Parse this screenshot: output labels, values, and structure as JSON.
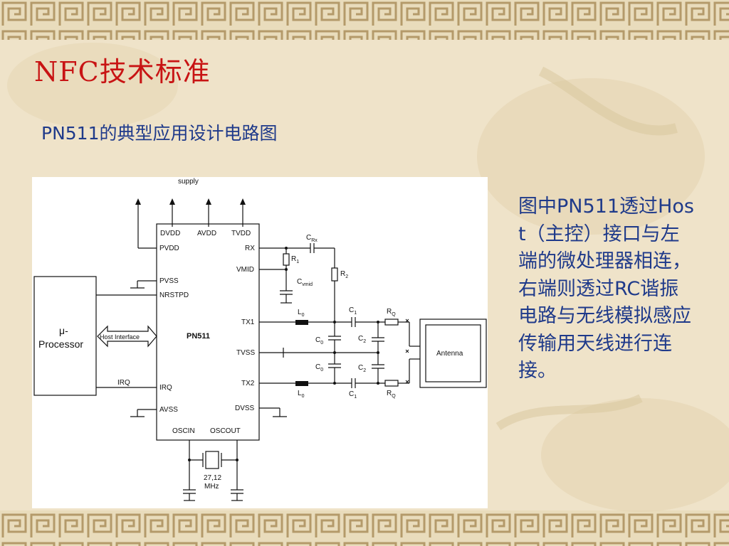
{
  "slide": {
    "title": "NFC技术标准",
    "subtitle": "PN511的典型应用设计电路图",
    "description": "图中PN511透过Host（主控）接口与左端的微处理器相连，右端则透过RC谐振电路与无线模拟感应传输用天线进行连接。"
  },
  "circuit": {
    "supply": "supply",
    "chip": "PN511",
    "processor_line1": "μ-",
    "processor_line2": "Processor",
    "host_interface": "Host Interface",
    "irq": "IRQ",
    "antenna": "Antenna",
    "crystal_freq_line1": "27,12",
    "crystal_freq_line2": "MHz",
    "pins": {
      "dvdd": "DVDD",
      "avdd": "AVDD",
      "tvdd": "TVDD",
      "pvdd": "PVDD",
      "pvss": "PVSS",
      "nrstpd": "NRSTPD",
      "irq": "IRQ",
      "avss": "AVSS",
      "rx": "RX",
      "vmid": "VMID",
      "tx1": "TX1",
      "tvss": "TVSS",
      "tx2": "TX2",
      "dvss": "DVSS",
      "oscin": "OSCIN",
      "oscout": "OSCOUT"
    },
    "parts": {
      "crx": "C",
      "crx_sub": "Rx",
      "r1": "R",
      "r1_sub": "1",
      "r2": "R",
      "r2_sub": "2",
      "cvmid": "C",
      "cvmid_sub": "vmid",
      "l0": "L",
      "l0_sub": "0",
      "c0": "C",
      "c0_sub": "0",
      "c1": "C",
      "c1_sub": "1",
      "c2": "C",
      "c2_sub": "2",
      "rq": "R",
      "rq_sub": "Q"
    }
  }
}
